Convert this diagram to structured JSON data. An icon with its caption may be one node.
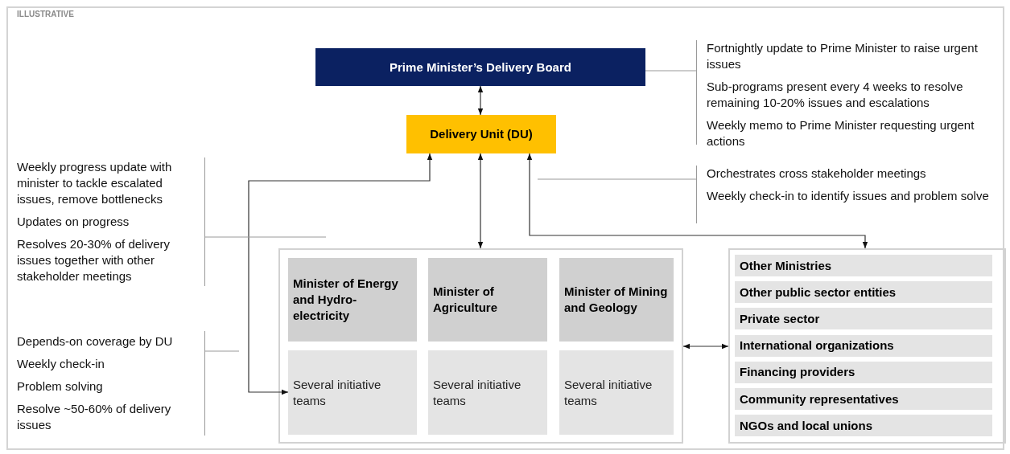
{
  "diagram": {
    "nodes": [
      {
        "text": [
          "Prime Minister’s Delivery Board"
        ]
      },
      {
        "text": [
          "Delivery Unit (DU)"
        ]
      },
      {
        "text": [],
        "shape": "box"
      },
      {
        "text": [
          "Minister of Energy and Hydro-electricity"
        ],
        "in": 2
      },
      {
        "text": [
          "Minister of Agriculture"
        ],
        "in": 2
      },
      {
        "text": [
          "Minister of Mining and Geology"
        ],
        "in": 2
      },
      {
        "text": [
          "Several initiative teams"
        ],
        "in": 2
      },
      {
        "text": [
          "Several initiative teams"
        ],
        "in": 2
      },
      {
        "text": [
          "Several initiative teams"
        ],
        "in": 2
      },
      {
        "text": [],
        "shape": "box"
      },
      {
        "text": [
          "Other Ministries"
        ],
        "in": 9
      },
      {
        "text": [
          "Other public sector entities"
        ],
        "in": 9
      },
      {
        "text": [
          "Private sector"
        ],
        "in": 9
      },
      {
        "text": [
          "International organizations"
        ],
        "in": 9
      },
      {
        "text": [
          "Financing providers"
        ],
        "in": 9
      },
      {
        "text": [
          "Community representatives"
        ],
        "in": 9
      },
      {
        "text": [
          "NGOs and local unions"
        ],
        "in": 9
      },
      {
        "text": [
          "Fortnightly update to Prime Minister to raise urgent issues",
          "Sub-programs present every 4 weeks to resolve remaining 10-20% issues and escalations",
          "Weekly memo to Prime Minister requesting urgent actions"
        ]
      },
      {
        "text": [
          "Orchestrates cross stakeholder meetings",
          "Weekly check-in to identify issues and problem solve"
        ]
      },
      {
        "text": [
          "Weekly progress update with minister to tackle escalated issues, remove bottlenecks",
          "Updates on progress",
          "Resolves 20-30% of delivery issues together with other stakeholder meetings"
        ]
      },
      {
        "text": [
          "Depends-on coverage by DU",
          "Weekly check-in",
          "Problem solving",
          "Resolve ~50-60% of delivery issues"
        ]
      }
    ],
    "edges": [
      {
        "from": 0,
        "to": 1,
        "arrow": "both"
      },
      {
        "from": 1,
        "to": 2,
        "arrow": "both"
      },
      {
        "from": 1,
        "to": 6,
        "arrow": "both"
      },
      {
        "from": 1,
        "to": 9,
        "arrow": "both"
      },
      {
        "from": 2,
        "to": 9,
        "arrow": "both"
      },
      {
        "from": 17,
        "to": 0,
        "arrow": "none",
        "color": "#999999"
      },
      {
        "from": 18,
        "to": null,
        "arrow": "none",
        "color": "#999999"
      },
      {
        "from": 19,
        "to": 2,
        "arrow": "none",
        "color": "#999999"
      },
      {
        "from": 20,
        "to": null,
        "arrow": "none",
        "color": "#999999"
      }
    ],
    "labels": [
      "ILLUSTRATIVE"
    ]
  }
}
